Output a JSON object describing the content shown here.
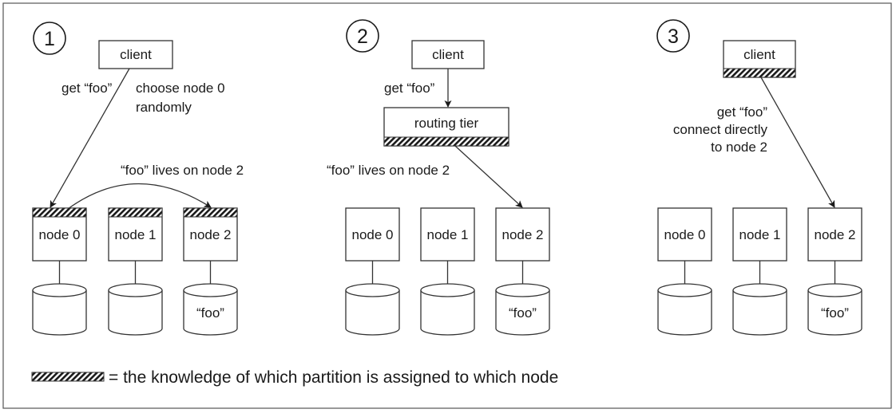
{
  "panels": [
    {
      "number": "1",
      "client_label": "client",
      "request_label": "get “foo”",
      "note_lines": [
        "choose node 0",
        "randomly"
      ],
      "forward_label": "“foo” lives on node 2",
      "nodes": [
        "node 0",
        "node 1",
        "node 2"
      ],
      "stored_label": "“foo”"
    },
    {
      "number": "2",
      "client_label": "client",
      "request_label": "get “foo”",
      "router_label": "routing tier",
      "forward_label": "“foo” lives on node 2",
      "nodes": [
        "node 0",
        "node 1",
        "node 2"
      ],
      "stored_label": "“foo”"
    },
    {
      "number": "3",
      "client_label": "client",
      "request_lines": [
        "get “foo”",
        "connect directly",
        "to node 2"
      ],
      "nodes": [
        "node 0",
        "node 1",
        "node 2"
      ],
      "stored_label": "“foo”"
    }
  ],
  "legend": {
    "text": "= the knowledge of which partition is assigned to which node"
  }
}
